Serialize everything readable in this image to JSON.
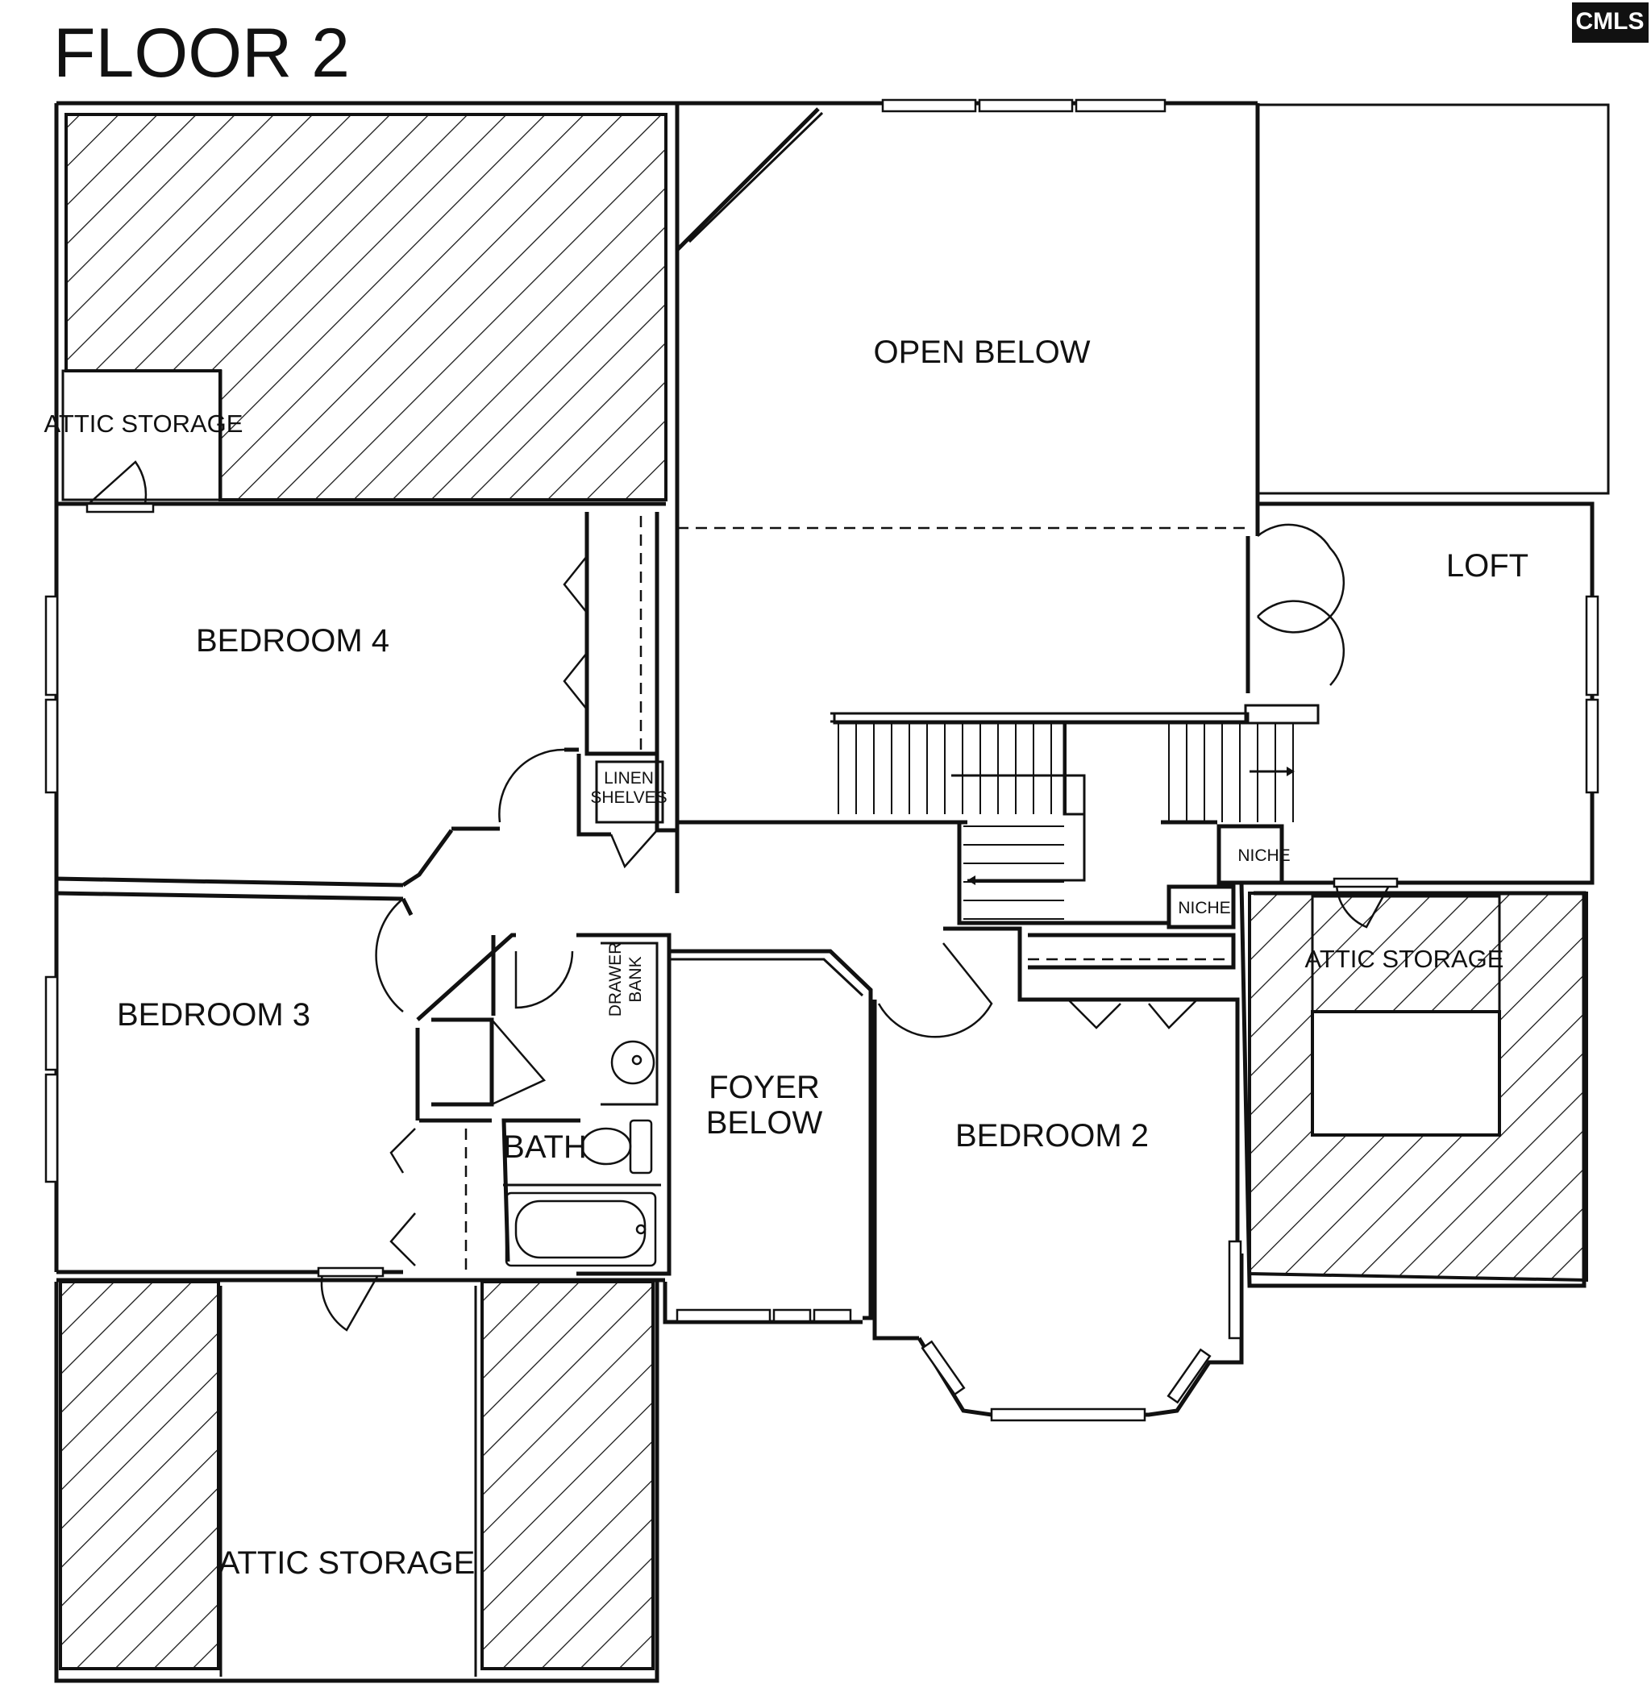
{
  "title": "FLOOR 2",
  "logo": {
    "text": "CMLS"
  },
  "rooms": {
    "open_below": "OPEN BELOW",
    "loft": "LOFT",
    "bedroom_4": "BEDROOM 4",
    "bedroom_3": "BEDROOM 3",
    "bedroom_2": "BEDROOM 2",
    "attic_storage_nw": "ATTIC STORAGE",
    "attic_storage_e": "ATTIC STORAGE",
    "attic_storage_s": "ATTIC STORAGE",
    "linen_line1": "LINEN",
    "linen_line2": "SHELVES",
    "niche_1": "NICHE",
    "niche_2": "NICHE",
    "drawer_line1": "DRAWER",
    "drawer_line2": "BANK",
    "foyer_line1": "FOYER",
    "foyer_line2": "BELOW",
    "bath": "BATH"
  },
  "colors": {
    "line": "#111111",
    "background": "#ffffff"
  }
}
